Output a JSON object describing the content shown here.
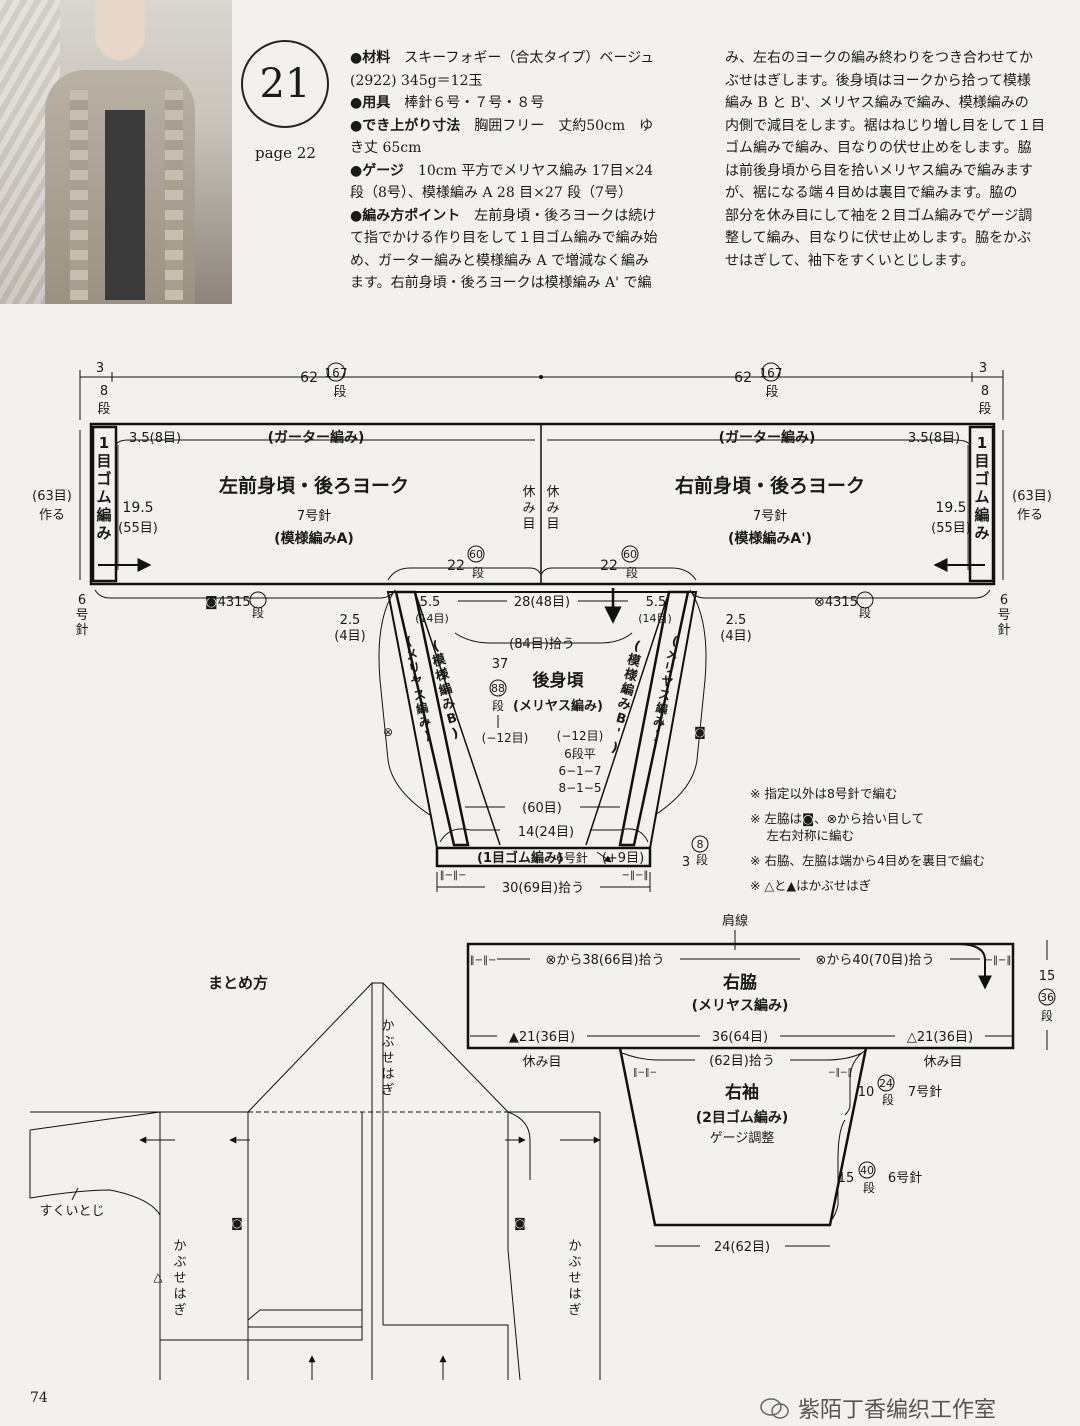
{
  "pattern": {
    "number": "21",
    "page_ref": "page 22"
  },
  "instructions_col1": [
    {
      "label": "●材料",
      "text": "スキーフォギー（合太タイプ）ベージュ"
    },
    {
      "label": "",
      "text": "(2922) 345g＝12玉"
    },
    {
      "label": "●用具",
      "text": "棒針６号・７号・８号"
    },
    {
      "label": "●でき上がり寸法",
      "text": "胸囲フリー　丈約50cm　ゆ"
    },
    {
      "label": "",
      "text": "き丈 65cm"
    },
    {
      "label": "●ゲージ",
      "text": "10cm 平方でメリヤス編み 17目×24"
    },
    {
      "label": "",
      "text": "段（8号）、模様編み A 28 目×27 段（7号）"
    },
    {
      "label": "●編み方ポイント",
      "text": "左前身頃・後ろヨークは続け"
    },
    {
      "label": "",
      "text": "て指でかける作り目をして１目ゴム編みで編み始"
    },
    {
      "label": "",
      "text": "め、ガーター編みと模様編み A で増減なく編み"
    },
    {
      "label": "",
      "text": "ます。右前身頃・後ろヨークは模様編み A' で編"
    }
  ],
  "instructions_col2": [
    "み、左右のヨークの編み終わりをつき合わせてか",
    "ぶせはぎします。後身頃はヨークから拾って模様",
    "編み B と B'、メリヤス編みで編み、模様編みの",
    "内側で減目をします。裾はねじり増し目をして１目",
    "ゴム編みで編み、目なりの伏せ止めをします。脇",
    "は前後身頃から目を拾いメリヤス編みで編みます",
    "が、裾になる端４目めは裏目で編みます。脇の",
    "部分を休み目にして袖を２目ゴム編みでゲージ調",
    "整して編み、目なりに伏せ止めします。脇をかぶ",
    "せはぎして、袖下をすくいとじします。"
  ],
  "yoke": {
    "dim_top_left": "62",
    "dim_top_left_rows": "167",
    "rows_unit": "段",
    "dim_top_right": "62",
    "dim_top_right_rows": "167",
    "dim_edge_left": "3",
    "dim_edge_left_rows": "8",
    "dim_edge_right": "3",
    "dim_edge_right_rows": "8",
    "garter_left": "(ガーター編み)",
    "garter_right": "(ガーター編み)",
    "garter_w_left": "3.5(8目)",
    "garter_w_right": "3.5(8目)",
    "left_title": "左前身頃・後ろヨーク",
    "right_title": "右前身頃・後ろヨーク",
    "needle": "7号針",
    "left_pattern": "(模様編みA)",
    "right_pattern": "(模様編みA')",
    "rib_left": [
      "1",
      "目",
      "ゴ",
      "ム",
      "編",
      "み"
    ],
    "rib_right": [
      "1",
      "目",
      "ゴ",
      "ム",
      "編",
      "み"
    ],
    "cast_on_left": [
      "(63目)",
      "作る"
    ],
    "cast_on_right": [
      "(63目)",
      "作る"
    ],
    "height_left": "19.5",
    "height_left_sts": "(55目)",
    "height_right": "19.5",
    "height_right_sts": "(55目)",
    "rest_left": [
      "休",
      "み",
      "目"
    ],
    "rest_right": [
      "休",
      "み",
      "目"
    ],
    "needle6_left": [
      "6",
      "号",
      "針"
    ],
    "needle6_right": [
      "6",
      "号",
      "針"
    ],
    "bottom_left": "◙4315",
    "bottom_right": "⊗4315",
    "bottom_unit": "段",
    "b22_left": "22",
    "b22_left_rows": "60",
    "b22_right": "22",
    "b22_right_rows": "60"
  },
  "back": {
    "w55_left": "5.5",
    "w55_left_sts": "(14目)",
    "w55_right": "5.5",
    "w55_right_sts": "(14目)",
    "w25_left": "2.5",
    "w25_left_sts": "(4目)",
    "w25_right": "2.5",
    "w25_right_sts": "(4目)",
    "center_w": "28(48目)",
    "pickup": "(84目)拾う",
    "height": "37",
    "height_rows": "88",
    "title": "後身頃",
    "subtitle": "(メリヤス編み)",
    "band_left_outer": "(メリヤス編み)",
    "band_left_inner": "(模様編みB)",
    "band_right_inner": "(模様編みB')",
    "band_right_outer": "(メリヤス編み)",
    "dec_left": "(−12目)",
    "dec_right": "(−12目)",
    "dec_steps": [
      "6段平",
      "6−1−7",
      "8−1−5"
    ],
    "sixty": "(60目)",
    "bottom_w": "14(24目)",
    "rib": "(1目ゴム編み)",
    "rib_needle": "6号針",
    "inc": "(+9目)",
    "rib_h": "3",
    "rib_h_rows": "8",
    "rib_marks_left": "‖−‖−",
    "rib_marks_right": "−‖−‖",
    "pickup_total": "30(69目)拾う"
  },
  "notes": [
    "※ 指定以外は8号針で編む",
    "※ 左脇は◙、⊗から拾い目して",
    "　 左右対称に編む",
    "※ 右脇、左脇は端から4目めを裏目で編む",
    "※ △と▲はかぶせはぎ"
  ],
  "side": {
    "shoulder": "肩線",
    "left_pick": "⊗から38(66目)拾う",
    "right_pick": "⊗から40(70目)拾う",
    "title": "右脇",
    "subtitle": "(メリヤス編み)",
    "height": "15",
    "height_rows": "36",
    "left_rest": "▲21(36目)",
    "right_rest": "△21(36目)",
    "center": "36(64目)",
    "rest_label": "休み目",
    "marks_left": "‖−‖−",
    "marks_right": "−‖−‖"
  },
  "sleeve": {
    "pickup": "(62目)拾う",
    "title": "右袖",
    "subtitle": "(2目ゴム編み)",
    "gauge": "ゲージ調整",
    "upper": "10",
    "upper_rows": "24",
    "upper_needle": "7号針",
    "lower": "15",
    "lower_rows": "40",
    "lower_needle": "6号針",
    "bottom": "24(62目)"
  },
  "assembly": {
    "title": "まとめ方",
    "top_seam": [
      "か",
      "ぶ",
      "せ",
      "は",
      "ぎ"
    ],
    "left_seam": [
      "か",
      "ぶ",
      "せ",
      "は",
      "ぎ"
    ],
    "right_seam": [
      "か",
      "ぶ",
      "せ",
      "は",
      "ぎ"
    ],
    "sleeve_seam": "すくいとじ",
    "mark_left": "◙",
    "mark_right": "◙",
    "triangle": "△"
  },
  "page_number": "74",
  "watermark": "紫陌丁香编织工作室"
}
